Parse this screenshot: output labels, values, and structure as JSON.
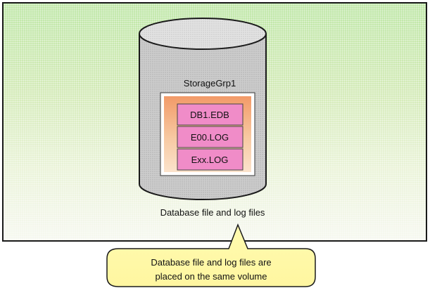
{
  "storage_group": {
    "label": "StorageGrp1",
    "files": [
      "DB1.EDB",
      "E00.LOG",
      "Exx.LOG"
    ]
  },
  "caption": "Database file and log files",
  "callout": {
    "lines": [
      "Database file and log files are",
      "placed on the same volume"
    ]
  },
  "colors": {
    "cylinder_body": "#c8c8c8",
    "cylinder_top": "#dcdcdc",
    "file_box_fill": "#f08cc8",
    "container_fill": "#f7c49a",
    "callout_fill": "#fffcb2",
    "panel_top": "#bfe7a8"
  }
}
